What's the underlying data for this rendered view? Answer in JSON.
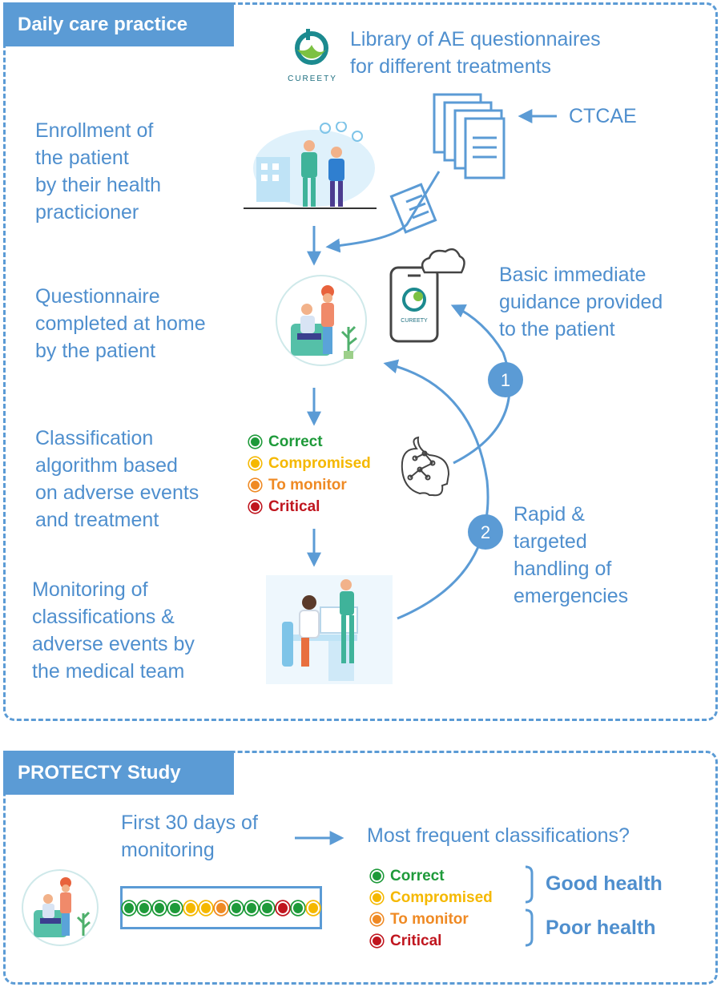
{
  "section1": {
    "tab": "Daily care practice",
    "logo_text": "CUREETY",
    "library_line1": "Library of AE questionnaires",
    "library_line2": "for different treatments",
    "ctcae": "CTCAE",
    "enrollment": [
      "Enrollment of",
      "the patient",
      "by their health",
      "practicioner"
    ],
    "questionnaire": [
      "Questionnaire",
      "completed at home",
      "by the patient"
    ],
    "classification": [
      "Classification",
      "algorithm based",
      "on adverse events",
      "and treatment"
    ],
    "monitoring": [
      "Monitoring of",
      "classifications &",
      "adverse events by",
      "the medical team"
    ],
    "guidance": [
      "Basic immediate",
      "guidance provided",
      "to the patient"
    ],
    "rapid": [
      "Rapid &",
      "targeted",
      "handling of",
      "emergencies"
    ],
    "badge1": "1",
    "badge2": "2",
    "phone_logo_text": "CUREETY"
  },
  "legend": [
    {
      "label": "Correct",
      "color": "#1e9a3a"
    },
    {
      "label": "Compromised",
      "color": "#f5b800"
    },
    {
      "label": "To monitor",
      "color": "#ef8a24"
    },
    {
      "label": "Critical",
      "color": "#c0161f"
    }
  ],
  "section2": {
    "tab": "PROTECTY Study",
    "first30_line1": "First 30 days of",
    "first30_line2": "monitoring",
    "most_frequent": "Most frequent classifications?",
    "good_health": "Good health",
    "poor_health": "Poor health",
    "strip": [
      "correct",
      "correct",
      "correct",
      "correct",
      "compromised",
      "compromised",
      "to monitor",
      "correct",
      "correct",
      "correct",
      "critical",
      "correct",
      "compromised"
    ]
  },
  "colors": {
    "accent": "#5b9bd5",
    "text": "#4f8fce",
    "correct": "#1e9a3a",
    "compromised": "#f5b800",
    "to_monitor": "#ef8a24",
    "critical": "#c0161f"
  }
}
